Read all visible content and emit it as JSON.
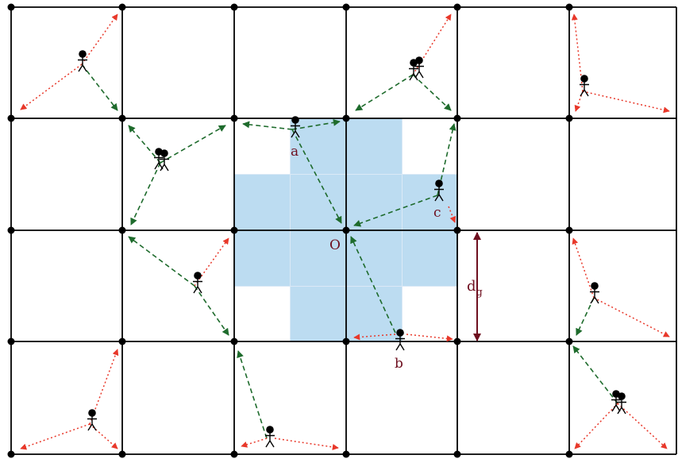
{
  "colors": {
    "grid": "#000000",
    "shaded_region": "#bcdcf1",
    "shaded_divider": "#dbe9f6",
    "green_arrow": "#1e6b2c",
    "red_arrow": "#e8382a",
    "label": "#6e0f1f",
    "dimension_arrow": "#6e0f1f"
  },
  "icons": {
    "person": "stick-figure-icon",
    "grid_node": "filled-circle-icon"
  },
  "labels": {
    "origin": "O",
    "user_a": "a",
    "user_b": "b",
    "user_c": "c",
    "grid_spacing": "d",
    "grid_spacing_subscript": "g"
  }
}
